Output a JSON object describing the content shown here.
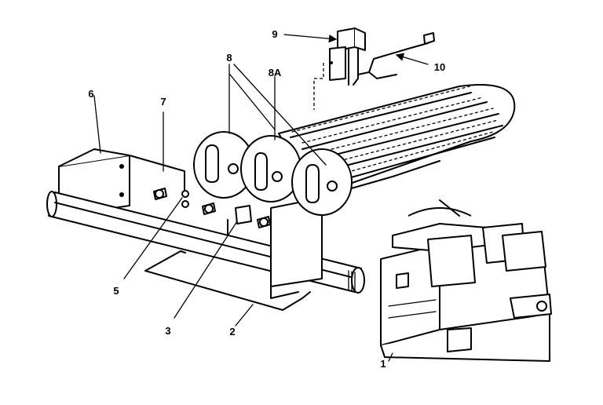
{
  "callouts": {
    "c1": "1",
    "c2": "2",
    "c3": "3",
    "c5": "5",
    "c6": "6",
    "c7": "7",
    "c8": "8",
    "c8a": "8A",
    "c9": "9",
    "c10": "10"
  }
}
